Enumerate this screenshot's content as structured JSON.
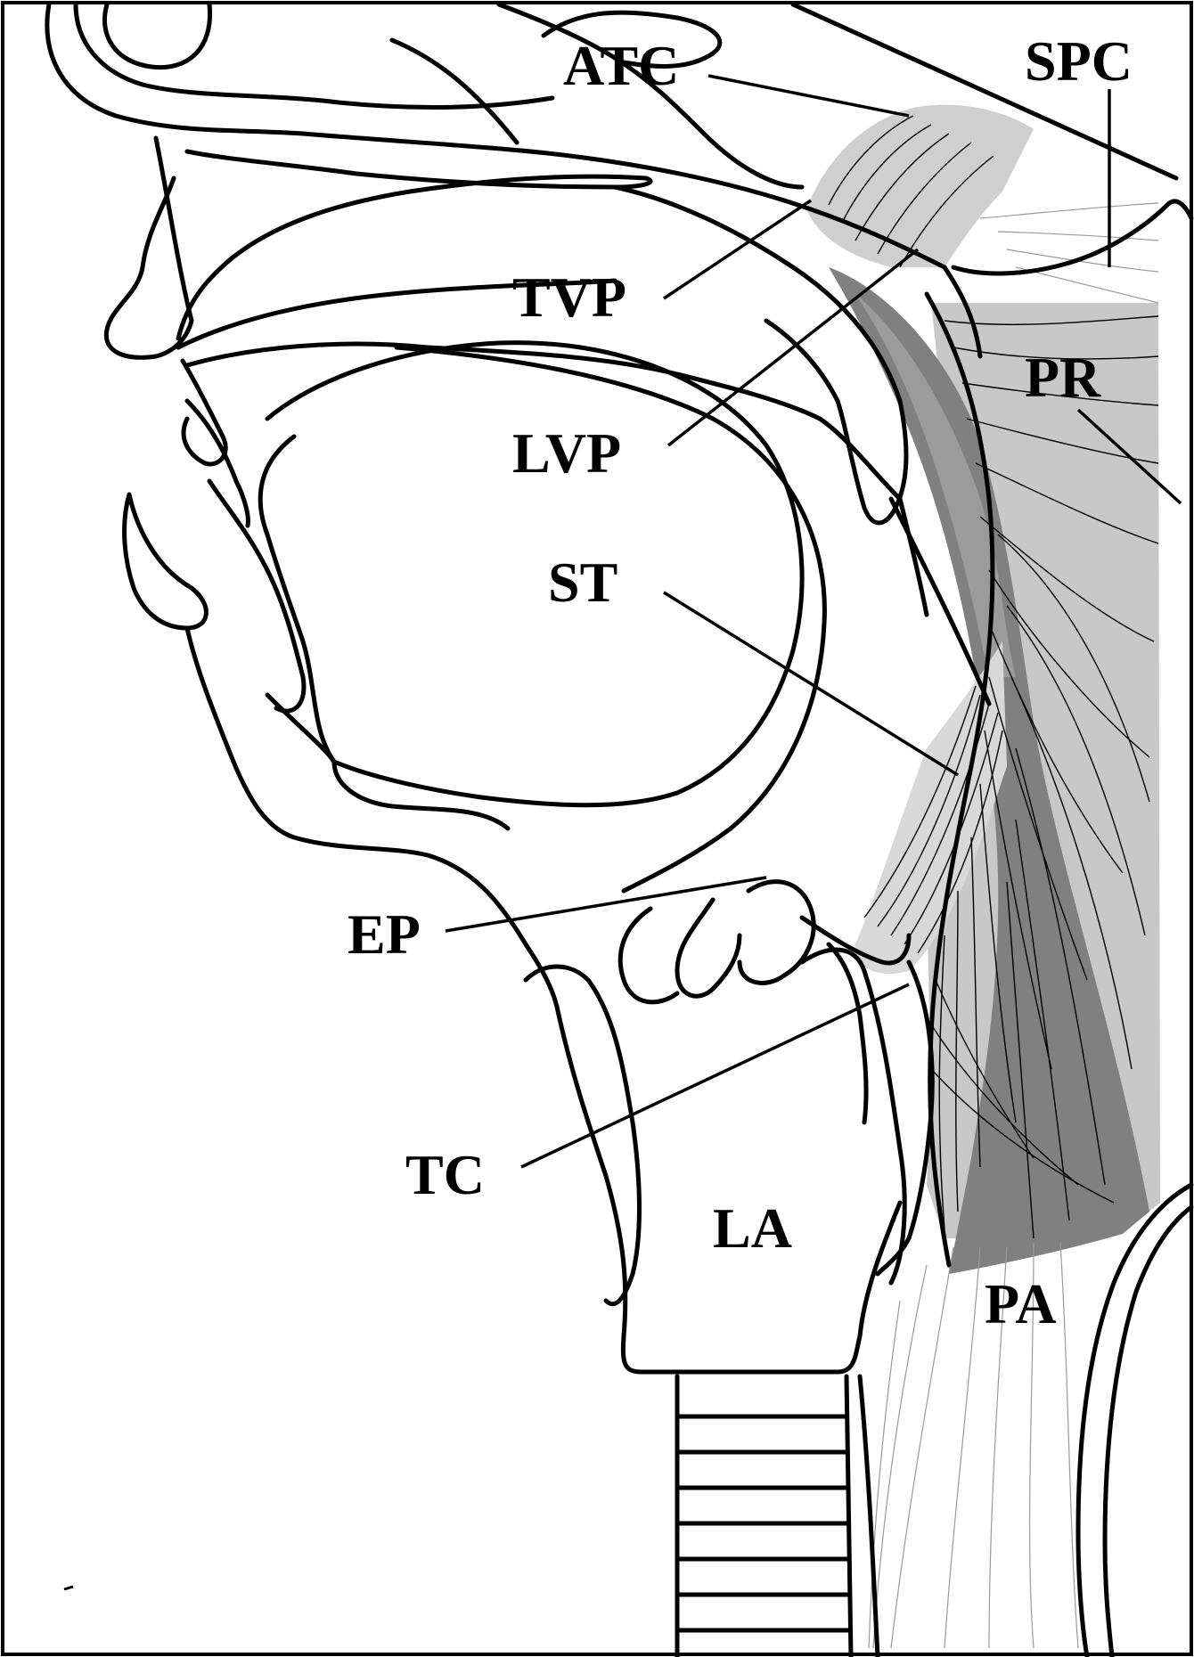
{
  "labels": {
    "atc": "ATC",
    "spc": "SPC",
    "tvp": "TVP",
    "pr": "PR",
    "lvp": "LVP",
    "st": "ST",
    "ep": "EP",
    "tc": "TC",
    "la": "LA",
    "pa": "PA"
  },
  "colors": {
    "ink": "#000000",
    "light_muscle": "#c8c8c8",
    "mid_muscle": "#a6a6a6",
    "dark_muscle": "#808080",
    "background": "#ffffff"
  }
}
